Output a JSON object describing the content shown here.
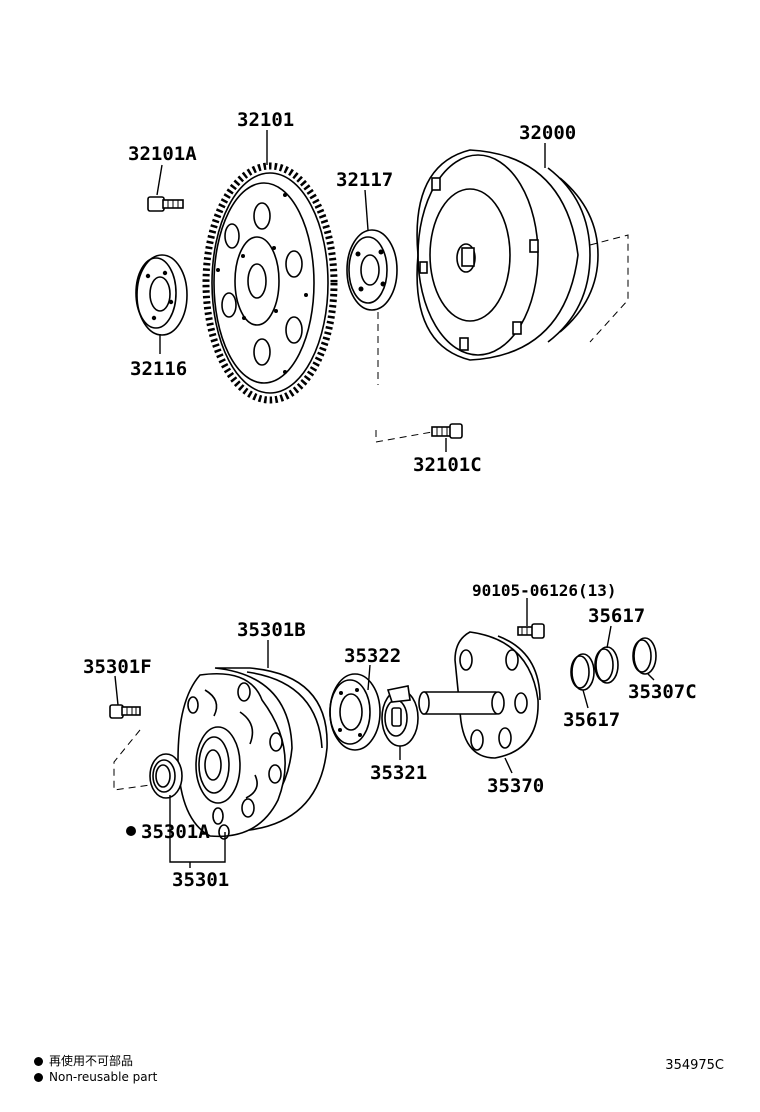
{
  "labels": {
    "p32101": "32101",
    "p32101A": "32101A",
    "p32117": "32117",
    "p32000": "32000",
    "p32116": "32116",
    "p32101C": "32101C",
    "p90105": "90105-06126(13)",
    "p35617_top": "35617",
    "p35301B": "35301B",
    "p35322": "35322",
    "p35301F": "35301F",
    "p35307C": "35307C",
    "p35617_bottom": "35617",
    "p35321": "35321",
    "p35370": "35370",
    "p35301A": "35301A",
    "p35301": "35301"
  },
  "legend": {
    "line1": "再使用不可部品",
    "line2": "Non-reusable part"
  },
  "reference_code": "354975C"
}
